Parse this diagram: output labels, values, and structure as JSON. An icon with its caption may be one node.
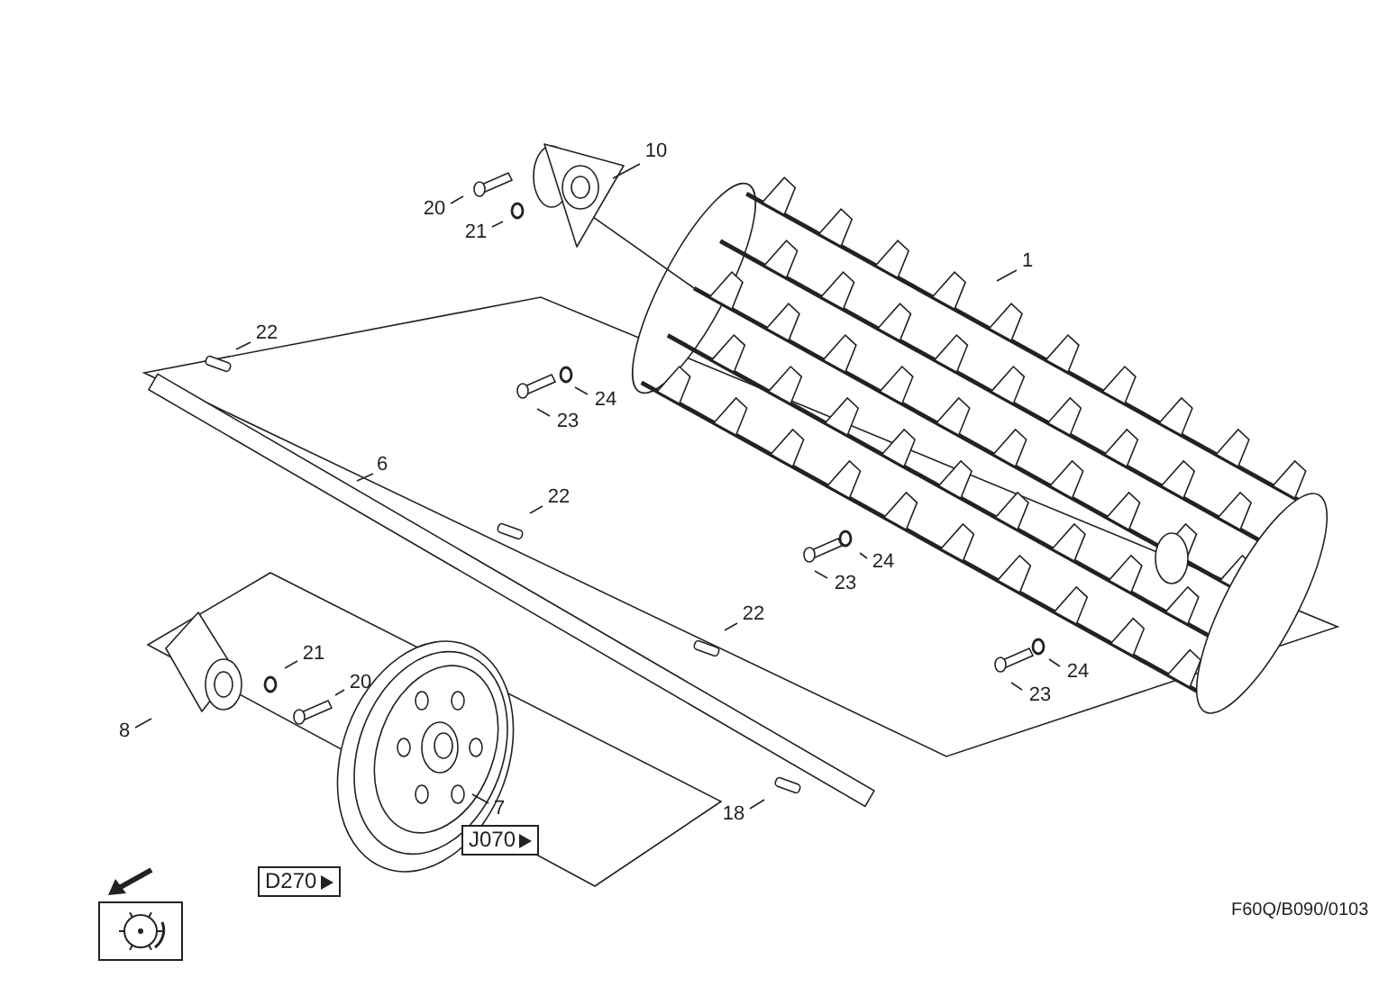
{
  "diagram": {
    "nodes": [
      {
        "text": [
          "10"
        ]
      },
      {
        "text": [
          "20"
        ]
      },
      {
        "text": [
          "21"
        ]
      },
      {
        "text": [
          "1"
        ]
      },
      {
        "text": [
          "22"
        ]
      },
      {
        "text": [
          "24"
        ]
      },
      {
        "text": [
          "23"
        ]
      },
      {
        "text": [
          "6"
        ]
      },
      {
        "text": [
          "22"
        ]
      },
      {
        "text": [
          "24"
        ]
      },
      {
        "text": [
          "23"
        ]
      },
      {
        "text": [
          "22"
        ]
      },
      {
        "text": [
          "21"
        ]
      },
      {
        "text": [
          "24"
        ]
      },
      {
        "text": [
          "20"
        ]
      },
      {
        "text": [
          "23"
        ]
      },
      {
        "text": [
          "8"
        ]
      },
      {
        "text": [
          "7"
        ]
      },
      {
        "text": [
          "18"
        ]
      },
      {
        "text": [
          "J070"
        ]
      },
      {
        "text": [
          "D270"
        ]
      }
    ],
    "edges": [
      {
        "from": 0,
        "to": null,
        "arrow": "none"
      },
      {
        "from": 1,
        "to": null,
        "arrow": "none"
      },
      {
        "from": 2,
        "to": null,
        "arrow": "none"
      },
      {
        "from": 3,
        "to": null,
        "arrow": "none"
      },
      {
        "from": 4,
        "to": null,
        "arrow": "none"
      },
      {
        "from": 5,
        "to": null,
        "arrow": "none"
      },
      {
        "from": 6,
        "to": null,
        "arrow": "none"
      },
      {
        "from": 7,
        "to": null,
        "arrow": "none"
      },
      {
        "from": 8,
        "to": null,
        "arrow": "none"
      },
      {
        "from": 9,
        "to": null,
        "arrow": "none"
      },
      {
        "from": 10,
        "to": null,
        "arrow": "none"
      },
      {
        "from": 11,
        "to": null,
        "arrow": "none"
      },
      {
        "from": 12,
        "to": null,
        "arrow": "none"
      },
      {
        "from": 13,
        "to": null,
        "arrow": "none"
      },
      {
        "from": 14,
        "to": null,
        "arrow": "none"
      },
      {
        "from": 15,
        "to": null,
        "arrow": "none"
      },
      {
        "from": 16,
        "to": null,
        "arrow": "none"
      },
      {
        "from": 17,
        "to": null,
        "arrow": "none"
      },
      {
        "from": 18,
        "to": null,
        "arrow": "none"
      }
    ],
    "labels": [
      "F60Q/B090/0103"
    ]
  }
}
